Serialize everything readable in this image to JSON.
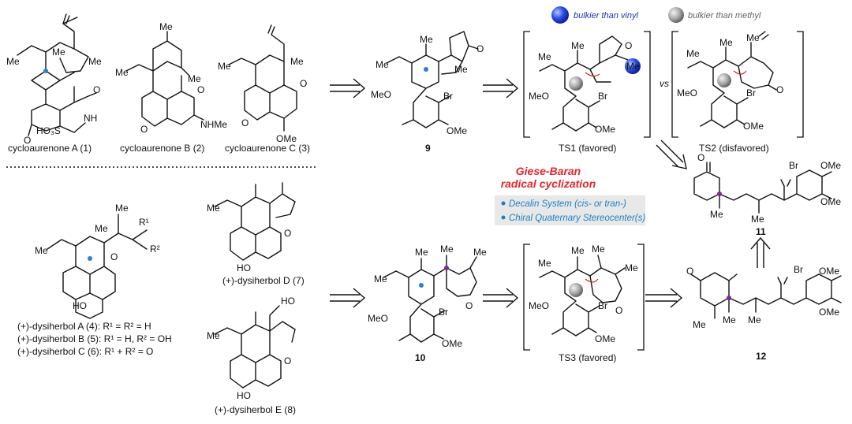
{
  "title": "Giese-Baran",
  "subtitle": "radical cyclization",
  "bullets": [
    "Decalin System (cis- or tran-)",
    "Chiral Quaternary Stereocenter(s)"
  ],
  "legend": {
    "blue": "bulkier than vinyl",
    "gray": "bulkier than methyl"
  },
  "compounds": {
    "c1": "cycloaurenone A (1)",
    "c2": "cycloaurenone B (2)",
    "c3": "cycloaurenone C (3)",
    "c4": "(+)-dysiherbol A (4): R¹ = R² = H",
    "c5": "(+)-dysiherbol B (5): R¹ = H, R² = OH",
    "c6": "(+)-dysiherbol C (6): R¹ + R² = O",
    "c7": "(+)-dysiherbol D (7)",
    "c8": "(+)-dysiherbol E (8)",
    "c9": "9",
    "c10": "10",
    "c11": "11",
    "c12": "12",
    "ts1": "TS1 (favored)",
    "ts2": "TS2 (disfavored)",
    "ts3": "TS3 (favored)",
    "vs": "vs"
  },
  "atoms": {
    "me": "Me",
    "meo": "MeO",
    "ome": "OMe",
    "br": "Br",
    "o": "O",
    "oh": "HO",
    "nh": "NH",
    "nhme": "NHMe",
    "so3h": "HO₃S",
    "r1": "R¹",
    "r2": "R²"
  },
  "colors": {
    "red": "#e3262e",
    "blue_ball": "#1f3fd0",
    "gray_ball": "#9a9a9a",
    "box_bg": "#e8e8e8",
    "box_text": "#1c7fc0"
  }
}
